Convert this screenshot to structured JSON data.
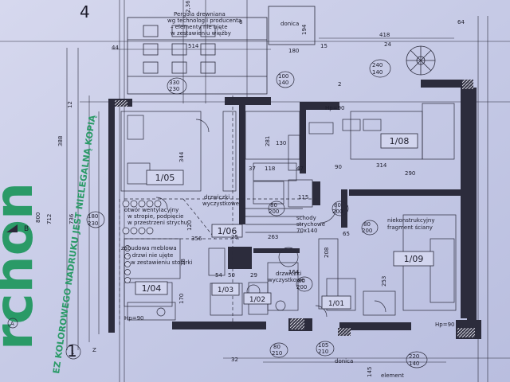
{
  "sheet": {
    "corner_number_top": "4",
    "corner_number_bottom": "1"
  },
  "watermark": {
    "brand": "rchon",
    "vertical_text": "EZ KOLOROWEGO NADRUKU JEST NIELEGALNĄ KOPIĄ"
  },
  "notes": {
    "pergola": [
      "Pergola drewniana",
      "wg technologii producenta",
      "– elementy nie ujęte",
      "w zestawieniu więźby"
    ],
    "vent": [
      "otwór wentylacyjny",
      "w stropie, podpięcie",
      "w przestrzeni strychu"
    ],
    "furniture": [
      "zabudowa meblowa",
      "– drzwi nie ujęte",
      "w zestawieniu stolarki"
    ],
    "partition": [
      "niekonstrukcyjny",
      "fragment ściany"
    ],
    "stairs": [
      "schody",
      "strychowe",
      "70x140"
    ],
    "door_small_1": [
      "drzwiczki",
      "wyczystkowe"
    ],
    "door_small_2": [
      "drzwiczki",
      "wyczystkowe"
    ]
  },
  "rooms": [
    {
      "id": "1/05"
    },
    {
      "id": "1/06"
    },
    {
      "id": "1/04"
    },
    {
      "id": "1/03"
    },
    {
      "id": "1/02"
    },
    {
      "id": "1/01"
    },
    {
      "id": "1/08"
    },
    {
      "id": "1/09"
    }
  ],
  "openings": {
    "donica_top": "donica",
    "donica_bottom": "donica",
    "element": "element",
    "window_1": [
      "240",
      "140"
    ],
    "window_2": [
      "100",
      "140"
    ],
    "window_3": [
      "330",
      "230"
    ],
    "window_4": [
      "180",
      "230"
    ],
    "window_5": [
      "80",
      "200"
    ],
    "window_6": [
      "80",
      "200"
    ],
    "window_7": [
      "80",
      "200"
    ],
    "window_8": [
      "80",
      "200"
    ],
    "window_9": [
      "80",
      "210"
    ],
    "window_10": [
      "105",
      "210"
    ],
    "window_11": [
      "220",
      "140"
    ],
    "hp_1": "Hp=90",
    "hp_2": "Hp=90",
    "hp_3": "Hp=90"
  },
  "dimensions": {
    "top_514": "514",
    "top_6": "6",
    "top_180": "180",
    "top_194": "194",
    "top_418": "418",
    "top_64": "64",
    "top_44": "44",
    "top_236": "2,36",
    "top_24": "24",
    "top_15": "15",
    "top_2": "2",
    "left_800": "800",
    "left_712": "712",
    "left_736": "736",
    "left_388": "388",
    "left_12": "12",
    "room_344": "344",
    "room_356": "356",
    "room_263": "263",
    "room_314": "314",
    "room_290": "290",
    "room_253": "253",
    "room_281": "281",
    "room_130": "130",
    "room_118": "118",
    "room_115": "115",
    "room_37": "37",
    "room_47": "47",
    "room_164": "164",
    "room_170": "170",
    "room_78": "78",
    "room_54": "54",
    "room_50": "50",
    "room_29": "29",
    "room_90": "90",
    "room_65": "65",
    "room_208": "208",
    "room_145": "145",
    "room_32": "32",
    "room_120": "120",
    "room_25": "25"
  },
  "axis_marks": {
    "a": "A",
    "b": "B",
    "z": "Z",
    "ring": "1"
  }
}
